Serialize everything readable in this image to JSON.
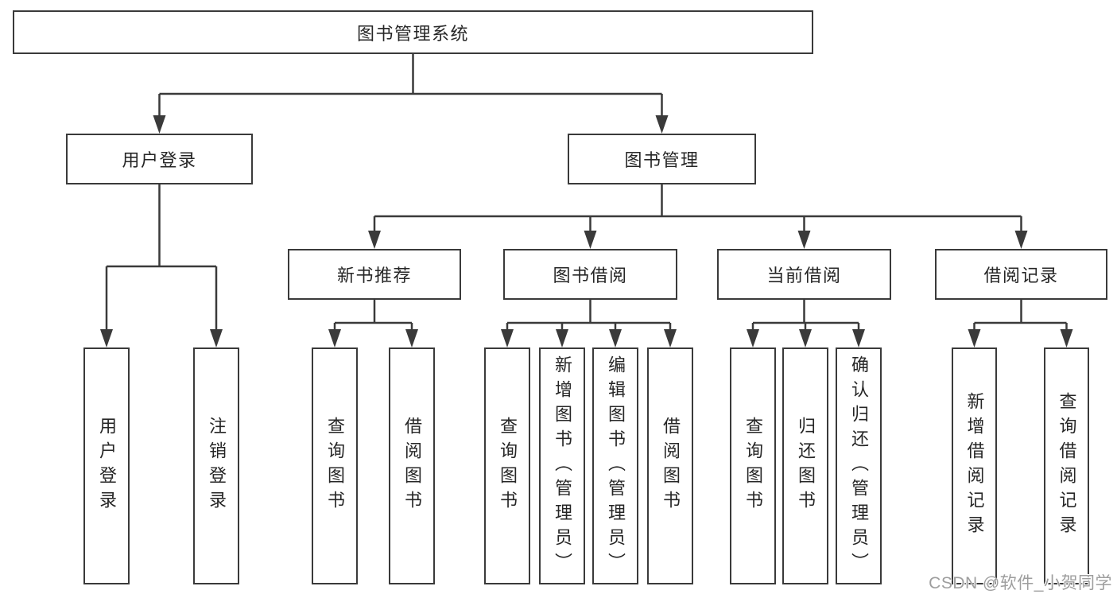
{
  "colors": {
    "line": "#3a3a3a",
    "box-border": "#3a3a3a",
    "text": "#262626",
    "watermark": "#9e9e9e",
    "bg": "#ffffff"
  },
  "watermark": "CSDN @软件_小贺同学",
  "tree": {
    "root": "图书管理系统",
    "level2": [
      "用户登录",
      "图书管理"
    ],
    "level3": [
      "新书推荐",
      "图书借阅",
      "当前借阅",
      "借阅记录"
    ],
    "leaves": [
      "用户登录",
      "注销登录",
      "查询图书",
      "借阅图书",
      "查询图书",
      "新增图书（管理员）",
      "编辑图书（管理员）",
      "借阅图书",
      "查询图书",
      "归还图书",
      "确认归还（管理员）",
      "新增借阅记录",
      "查询借阅记录"
    ]
  }
}
